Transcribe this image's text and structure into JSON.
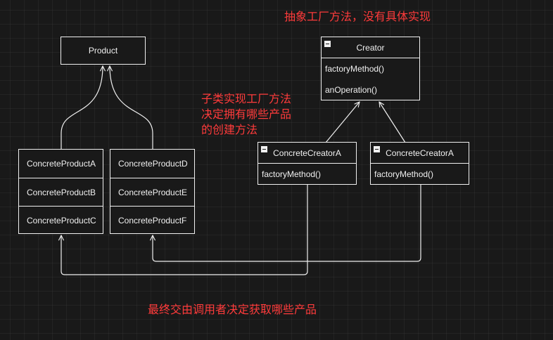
{
  "product": {
    "label": "Product"
  },
  "product_group_left": {
    "items": [
      "ConcreteProductA",
      "ConcreteProductB",
      "ConcreteProductC"
    ]
  },
  "product_group_right": {
    "items": [
      "ConcreteProductD",
      "ConcreteProductE",
      "ConcreteProductF"
    ]
  },
  "creator": {
    "title": "Creator",
    "methods": [
      "factoryMethod()",
      "anOperation()"
    ]
  },
  "concrete_creator_left": {
    "title": "ConcreteCreatorA",
    "methods": [
      "factoryMethod()"
    ]
  },
  "concrete_creator_right": {
    "title": "ConcreteCreatorA",
    "methods": [
      "factoryMethod()"
    ]
  },
  "notes": {
    "abstract_factory": "抽象工厂方法，没有具体实现",
    "subclass_line1": "子类实现工厂方法",
    "subclass_line2": "决定拥有哪些产品",
    "subclass_line3": "的创建方法",
    "caller_decides": "最终交由调用者决定获取哪些产品"
  },
  "colors": {
    "background": "#191919",
    "stroke": "#f0f0f0",
    "annotation": "#ff3b3b"
  }
}
